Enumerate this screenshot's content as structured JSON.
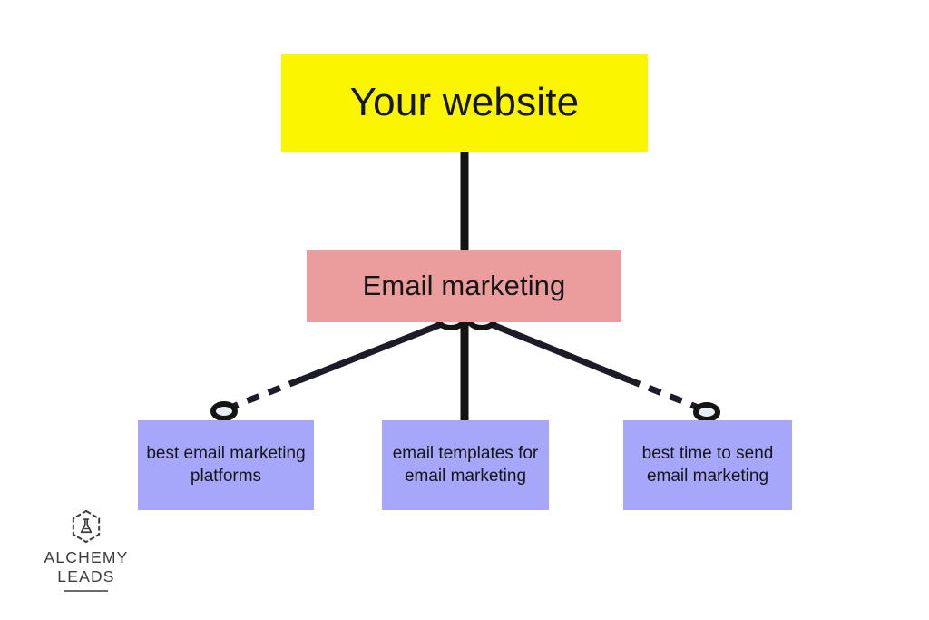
{
  "diagram": {
    "type": "hierarchy-tree",
    "title_node": {
      "label": "Your website",
      "color": "#fbf500"
    },
    "branch_node": {
      "label": "Email marketing",
      "color": "#eb9d9d"
    },
    "leaf_color": "#a6a6fb",
    "leaves": [
      {
        "label": "best email marketing platforms"
      },
      {
        "label": "email templates for email marketing"
      },
      {
        "label": "best time to send email marketing"
      }
    ],
    "connectors": [
      {
        "name": "root-to-branch",
        "style": "solid",
        "color": "#141414"
      },
      {
        "name": "branch-to-leaf-left",
        "style": "solid-then-dashed",
        "color": "#1c1c28"
      },
      {
        "name": "branch-to-leaf-center",
        "style": "solid",
        "color": "#141414"
      },
      {
        "name": "branch-to-leaf-right",
        "style": "solid-then-dashed",
        "color": "#1c1c28"
      }
    ]
  },
  "logo": {
    "mark": "hexagon-flask-icon",
    "line1": "ALCHEMY",
    "line2": "LEADS",
    "color": "#3d3d3d"
  }
}
